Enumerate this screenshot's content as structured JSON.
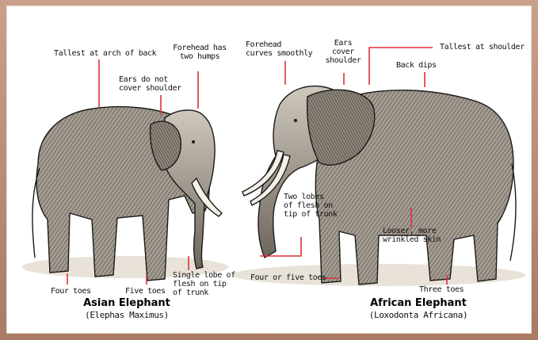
{
  "asian": {
    "title": "Asian Elephant",
    "scientific": "(Elephas Maximus)",
    "labels": {
      "tallest": "Tallest at arch of back",
      "forehead": "Forehead has\ntwo humps",
      "ears": "Ears do not\ncover shoulder",
      "toes": "Four toes",
      "toes_front": "Five toes",
      "trunk": "Single lobe of\nflesh on tip\nof trunk"
    }
  },
  "african": {
    "title": "African Elephant",
    "scientific": "(Loxodonta Africana)",
    "labels": {
      "forehead": "Forehead\ncurves smoothly",
      "ears": "Ears\ncover\nshoulder",
      "tallest": "Tallest at shoulder",
      "back": "Back dips",
      "trunk": "Two lobes\nof flesh on\ntip of trunk",
      "skin": "Looser, more\nwrinkled skin",
      "toes": "Four or five toes",
      "toes_back": "Three toes"
    }
  },
  "colors": {
    "pointer": "#e0303a",
    "ink": "#1a1a1a",
    "body_shade": "#8a847c"
  }
}
